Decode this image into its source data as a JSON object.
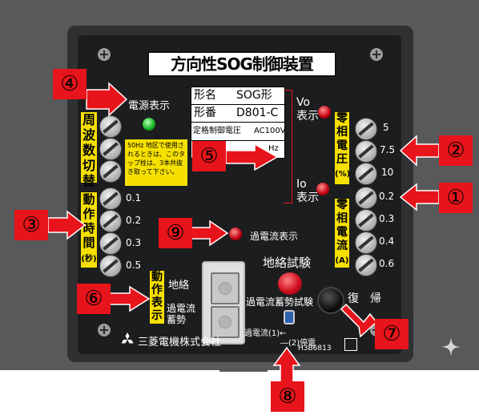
{
  "title": "方向性SOG制御装置",
  "power_label": "電源表示",
  "nameplate": {
    "r1_key": "形名",
    "r1_val": "SOG形",
    "r2_key": "形番",
    "r2_val": "D801-C",
    "r3_key": "定格制御電圧",
    "r3_val": "AC100V",
    "r4_val": "Hz"
  },
  "vo_label": "Vo\n表示",
  "io_label": "Io\n表示",
  "frequency_switch_label": "周波数切替",
  "frequency_note": "50Hz 地区で使用されるときは、このタップ栓は、3本共抜き取って下さい。",
  "zero_voltage": {
    "label": "零相電圧",
    "unit": "(%)",
    "ticks": [
      "5",
      "7.5",
      "10"
    ]
  },
  "zero_current": {
    "label": "零相電流",
    "unit": "(A)",
    "ticks": [
      "0.2",
      "0.3",
      "0.4",
      "0.6"
    ]
  },
  "operating_time": {
    "label": "動作時間",
    "unit": "(秒)",
    "ticks": [
      "0.1",
      "0.2",
      "0.3",
      "0.5"
    ]
  },
  "overcurrent_label": "過電流表示",
  "ground_test_label": "地絡試験",
  "operation_indicator_label": "動作表示",
  "ground_fault_label": "地絡",
  "overcurrent_store_label": "過電流\n蓄勢",
  "overcurrent_test_label": "過電流蓄勢試験",
  "reset_label": "復　帰",
  "trip_option_1": "過電流(1)←",
  "trip_option_2": "―(2)停電",
  "maker": "三菱電機株式会社",
  "model_code": "H3B6813",
  "callouts": [
    "①",
    "②",
    "③",
    "④",
    "⑤",
    "⑥",
    "⑦",
    "⑧",
    "⑨"
  ],
  "colors": {
    "callout_red": "#e8141b",
    "label_yellow": "#f6e000",
    "panel": "#1c1d1f",
    "housing": "#58595b"
  }
}
